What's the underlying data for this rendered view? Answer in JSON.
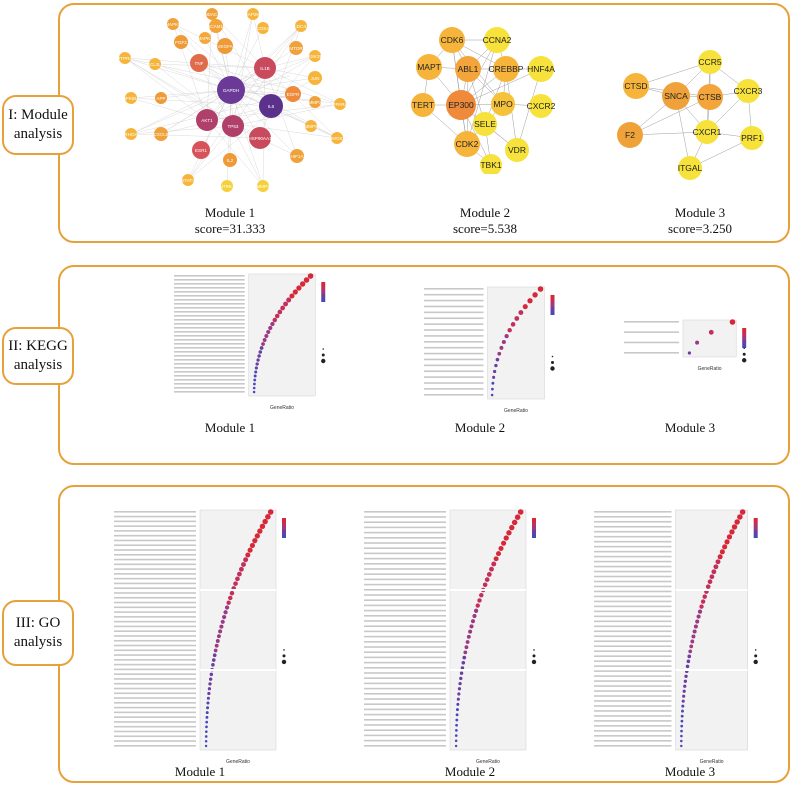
{
  "sections": {
    "module": {
      "label": "I: Module analysis"
    },
    "kegg": {
      "label": "II: KEGG analysis"
    },
    "go": {
      "label": "III: GO analysis"
    }
  },
  "module_captions": {
    "m1": {
      "name": "Module 1",
      "score": "score=31.333"
    },
    "m2": {
      "name": "Module 2",
      "score": "score=5.538"
    },
    "m3": {
      "name": "Module 3",
      "score": "score=3.250"
    }
  },
  "kegg_captions": [
    "Module  1",
    "Module  2",
    "Module  3"
  ],
  "go_captions": [
    "Module  1",
    "Module  2",
    "Module  3"
  ],
  "network1_nodes": [
    "HDAC1",
    "MAP2K1",
    "MAPK8",
    "ICAM1",
    "CDK4",
    "CDC42",
    "FGF2",
    "MAPK3",
    "VEGFA",
    "MTOR",
    "GSK3B",
    "PTPRC",
    "BCL2L1",
    "TNF",
    "GAPDH",
    "AKT1",
    "IL1B",
    "JUN",
    "NFKBIA",
    "APP",
    "TP53",
    "IL6",
    "EGFR",
    "MMP2",
    "PPARA",
    "RHOA",
    "CXCL8",
    "HSP90AA1",
    "MMP9",
    "HMOX1",
    "ESR1",
    "HIF1A",
    "STAT3",
    "IL2",
    "MMP3",
    "NTRK1"
  ],
  "network2_nodes": [
    "CDK6",
    "CCNA2",
    "MAPT",
    "ABL1",
    "CREBBP",
    "HNF4A",
    "TERT",
    "EP300",
    "MPO",
    "CXCR2",
    "SELE",
    "CDK2",
    "VDR",
    "TBK1"
  ],
  "network3_nodes": [
    "CCR5",
    "CTSD",
    "SNCA",
    "CTSB",
    "CXCR3",
    "F2",
    "CXCR1",
    "PRF1",
    "ITGAL"
  ],
  "plot_axis": {
    "gene_ratio": "GeneRatio"
  },
  "colors": {
    "accent": "#e6a13a"
  }
}
